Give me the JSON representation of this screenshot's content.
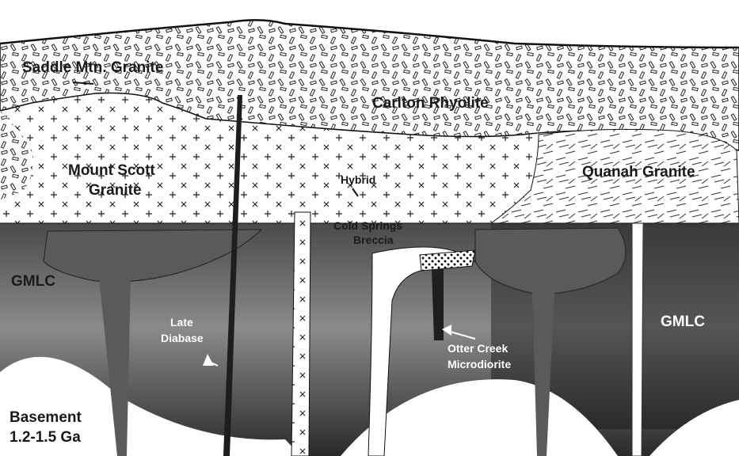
{
  "labels": {
    "saddle_mtn": "Saddle Mtn. Granite",
    "carlton": "Carlton Rhyolite",
    "mount_scott_line1": "Mount Scott",
    "mount_scott_line2": "Granite",
    "hybrid": "Hybrid",
    "quanah": "Quanah Granite",
    "cold_springs_line1": "Cold Springs",
    "cold_springs_line2": "Breccia",
    "roosevelt_left_line1": "Roosevelt",
    "roosevelt_left_line2": "Gabbro",
    "roosevelt_right_line1": "Roosevelt",
    "roosevelt_right_line2": "Gabbro",
    "gmlc_left": "GMLC",
    "gmlc_right": "GMLC",
    "late_diabase_line1": "Late",
    "late_diabase_line2": "Diabase",
    "otter_creek_line1": "Otter Creek",
    "otter_creek_line2": "Microdiorite",
    "basement_line1": "Basement",
    "basement_line2": "1.2-1.5 Ga"
  },
  "colors": {
    "dark_rock": "#2a2a2a",
    "mid_rock": "#5a5a5a",
    "light_rock": "#8a8a8a",
    "granite_fill": "#ffffff",
    "outline": "#111111"
  }
}
